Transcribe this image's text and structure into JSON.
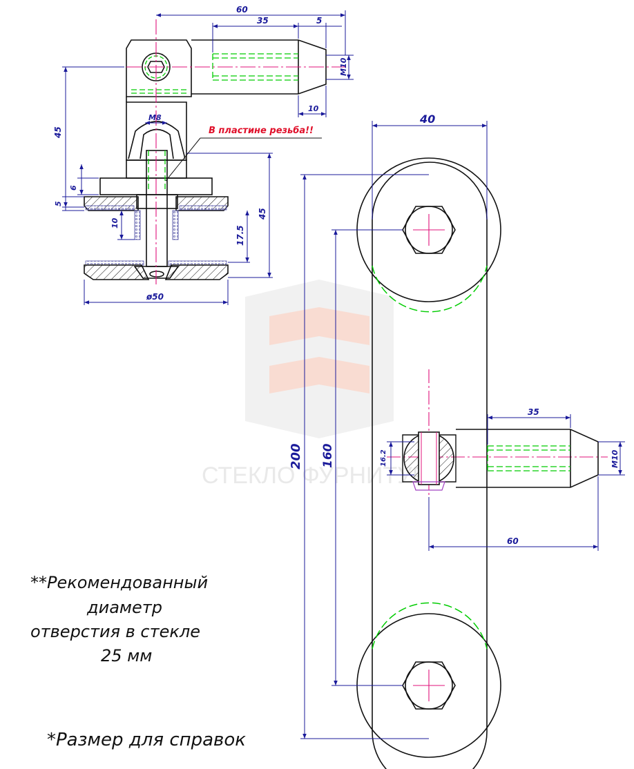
{
  "watermark": {
    "text": "СТЕКЛО ФУРНИТУРА",
    "color": "#e6e6e6",
    "accent": "#f6d8d0"
  },
  "colors": {
    "outline": "#111111",
    "dimension": "#1a1a9a",
    "center_line": "#e0107a",
    "thread": "#00cc00",
    "warning": "#e0102a",
    "gasket": "#7777bb"
  },
  "top_view": {
    "dim_total": "60",
    "dim_thread": "35",
    "dim_tip": "5",
    "dim_tip_len": "10",
    "thread_label": "M10",
    "bolt_label": "M8",
    "height_total": "45",
    "plate_thickness": "6",
    "washer_thickness": "5",
    "gap": "10",
    "glass_gap": "17.5",
    "height_45": "45",
    "diameter": "ø50",
    "warning": "В пластине резьба!!"
  },
  "plate_view": {
    "width": "40",
    "length": "200",
    "hole_distance": "160",
    "hole_diameter": "16.2",
    "thread_length": "35",
    "thread_label": "M10",
    "offset": "60"
  },
  "notes": {
    "recommended_line1": "**Рекомендованный",
    "recommended_line2": "диаметр",
    "recommended_line3": "отверстия в стекле",
    "recommended_line4": "25 мм",
    "reference": "*Размер для справок"
  }
}
